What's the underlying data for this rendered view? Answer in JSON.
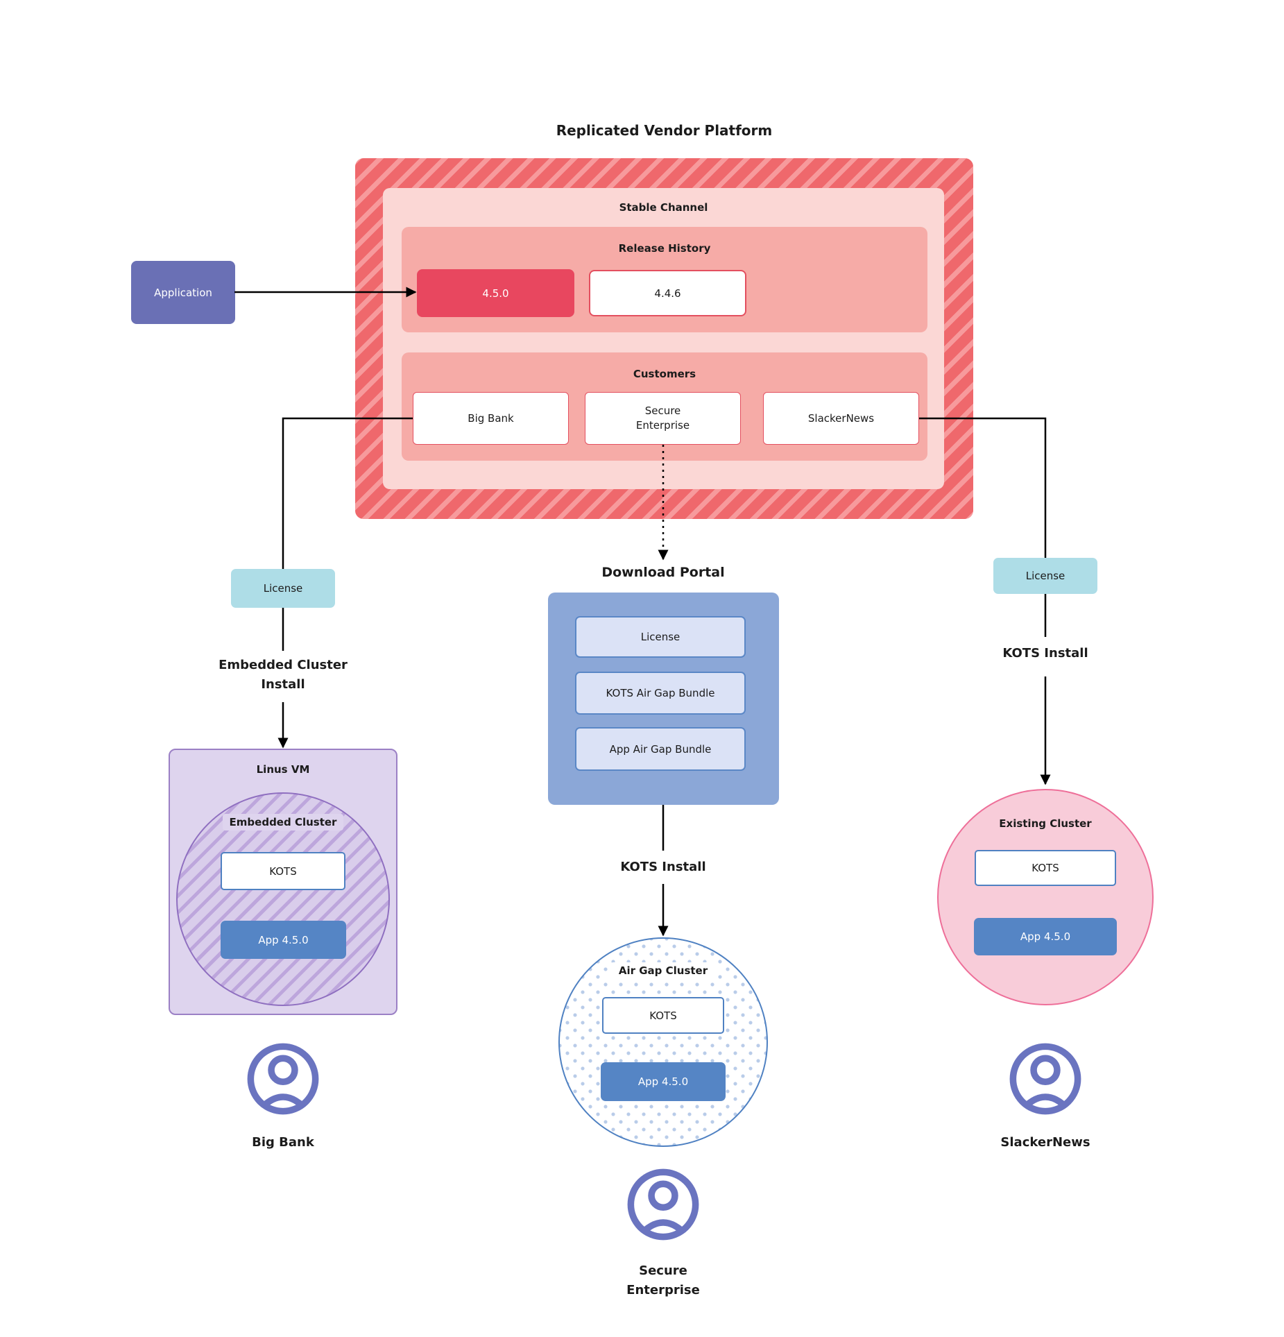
{
  "title": "Replicated Vendor Platform",
  "platform": {
    "stable_channel": "Stable Channel",
    "release_history": {
      "label": "Release History",
      "current_version": "4.5.0",
      "previous_version": "4.4.6"
    },
    "customers": {
      "label": "Customers",
      "big_bank": "Big Bank",
      "secure_enterprise": "Secure Enterprise",
      "slacker_news": "SlackerNews"
    }
  },
  "application": "Application",
  "download_portal": {
    "title": "Download Portal",
    "license": "License",
    "kots_bundle": "KOTS Air Gap Bundle",
    "app_bundle": "App Air Gap Bundle"
  },
  "big_bank_flow": {
    "license": "License",
    "install_method": "Embedded Cluster Install",
    "vm_label": "Linus VM",
    "cluster_label": "Embedded Cluster",
    "kots": "KOTS",
    "app_version": "App 4.5.0",
    "customer_name": "Big Bank"
  },
  "secure_enterprise_flow": {
    "install_method": "KOTS Install",
    "cluster_label": "Air Gap Cluster",
    "kots": "KOTS",
    "app_version": "App 4.5.0",
    "customer_name": "Secure Enterprise"
  },
  "slacker_news_flow": {
    "license": "License",
    "install_method": "KOTS Install",
    "cluster_label": "Existing Cluster",
    "kots": "KOTS",
    "app_version": "App 4.5.0",
    "customer_name": "SlackerNews"
  },
  "colors": {
    "platform_red": "#ef686c",
    "platform_stripe": "#f79a9c",
    "stable_fill": "#fbd7d5",
    "section_fill": "#f6aba7",
    "active_release_fill": "#e8475f",
    "release_border": "#e34f5f",
    "application_fill": "#6a70b5",
    "license_fill": "#aedde7",
    "portal_fill": "#8ba7d7",
    "portal_item_fill": "#dbe2f6",
    "kots_border": "#4f81c2",
    "app_fill": "#5585c5",
    "vm_fill": "#ded4ee",
    "vm_border": "#9b80c5",
    "cluster_stripe": "#bda6dc",
    "existing_cluster_fill": "#f8ccd9",
    "existing_cluster_border": "#ee6f99",
    "airgap_dot": "#b9cce9",
    "user_icon": "#6a74c0"
  }
}
